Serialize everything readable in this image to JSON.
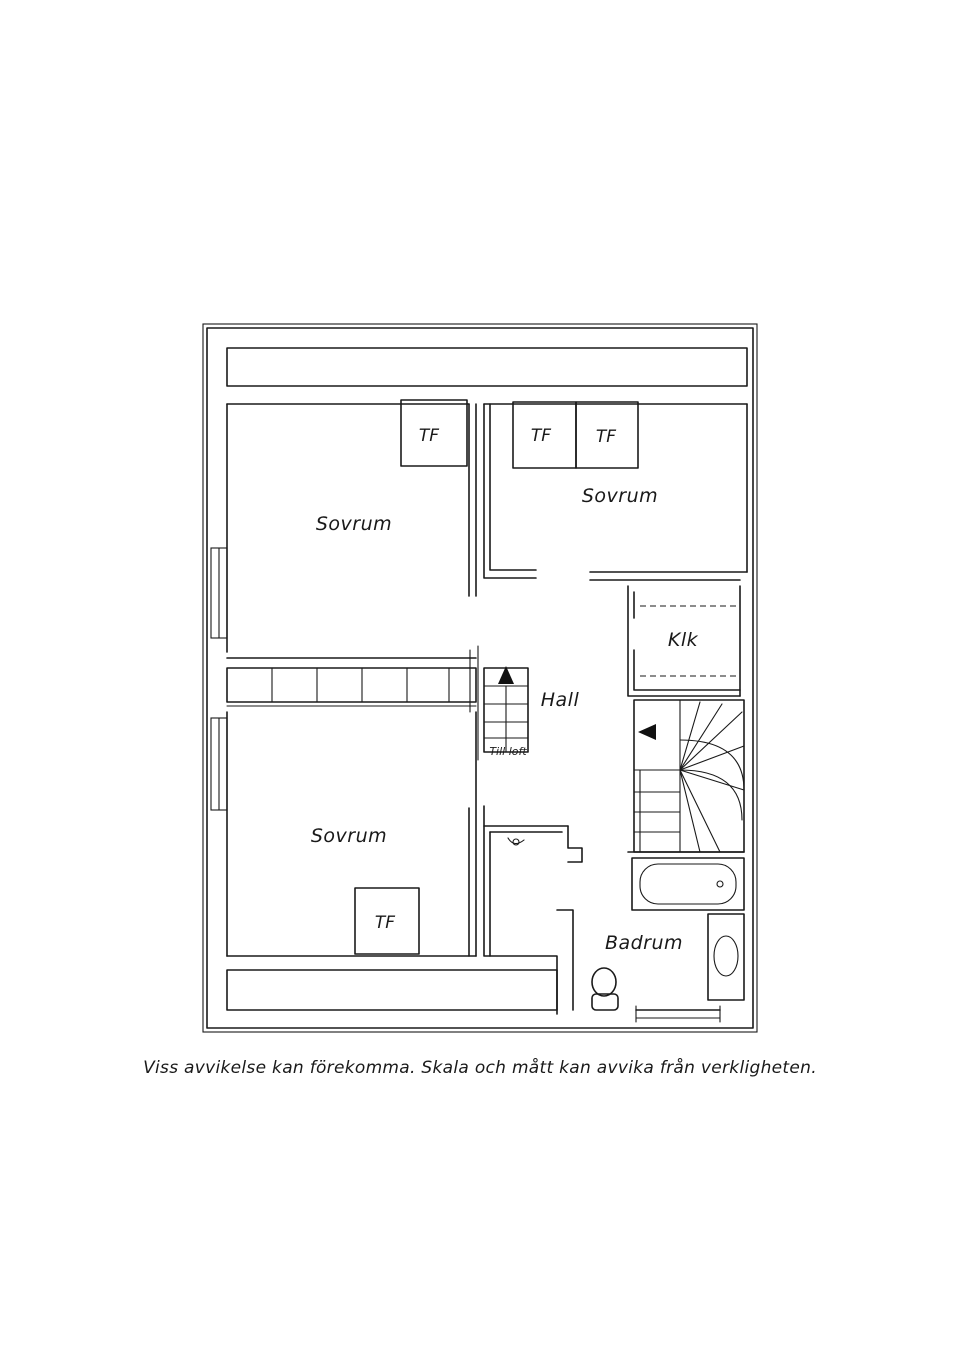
{
  "plan": {
    "rooms": {
      "bedroom_top_left": "Sovrum",
      "bedroom_top_right": "Sovrum",
      "bedroom_bottom_left": "Sovrum",
      "hall": "Hall",
      "closet": "Klk",
      "bathroom": "Badrum"
    },
    "wardrobes": {
      "tf_1": "TF",
      "tf_2": "TF",
      "tf_3": "TF",
      "tf_4": "TF"
    },
    "stair_note": "Till loft"
  },
  "footer": {
    "disclaimer": "Viss avvikelse kan förekomma. Skala och mått kan avvika från verkligheten."
  }
}
